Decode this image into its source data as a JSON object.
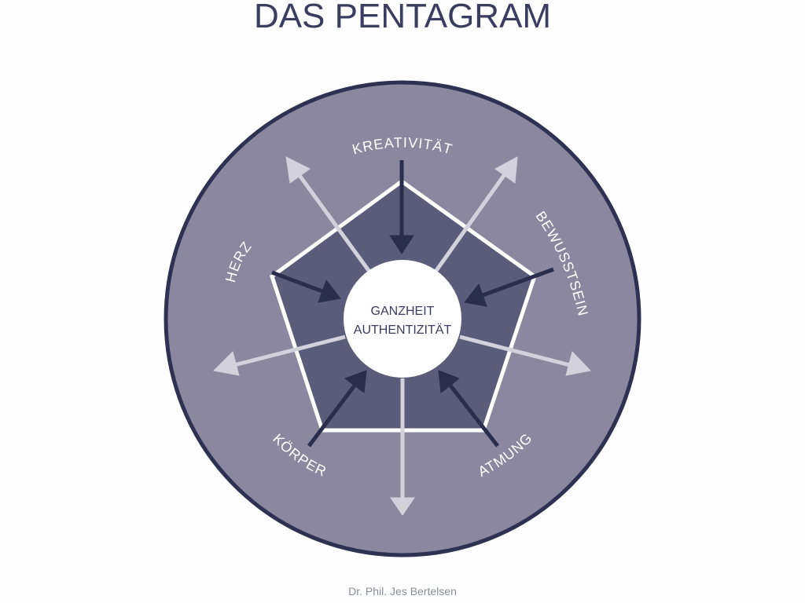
{
  "title": "DAS PENTAGRAM",
  "footer": "Dr. Phil. Jes Bertelsen",
  "center": {
    "line1": "GANZHEIT",
    "line2": "AUTHENTIZITÄT"
  },
  "labels": {
    "top": "KREATIVITÄT",
    "right": "BEWUSSTSEIN",
    "bottom_right": "ATMUNG",
    "bottom_left": "KÖRPER",
    "left": "HERZ"
  },
  "colors": {
    "outer_circle": "#8a879e",
    "outer_ring": "#2e3152",
    "pentagon": "#5b5b7a",
    "outline": "#ffffff",
    "outward_arrow": "#d3d1dc",
    "inward_arrow": "#2a2d4c",
    "title": "#3a3d60"
  }
}
